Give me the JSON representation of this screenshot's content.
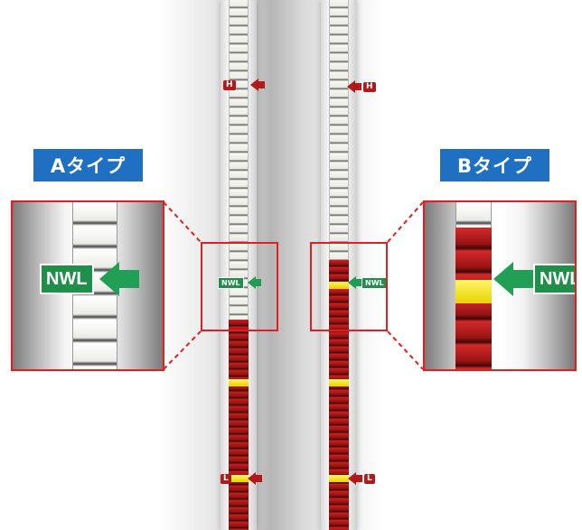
{
  "labels": {
    "type_a": "Aタイプ",
    "type_b": "Bタイプ"
  },
  "markers": {
    "high": "H",
    "low": "L",
    "normal_water_level": "NWL"
  },
  "colors": {
    "frame_red": "#e02020",
    "label_blue": "#1f6fc2",
    "nwl_green": "#1f8f4a",
    "marker_red": "#b01a1a",
    "indicator_red": "#c72020",
    "indicator_yellow": "#f0dc1a"
  }
}
